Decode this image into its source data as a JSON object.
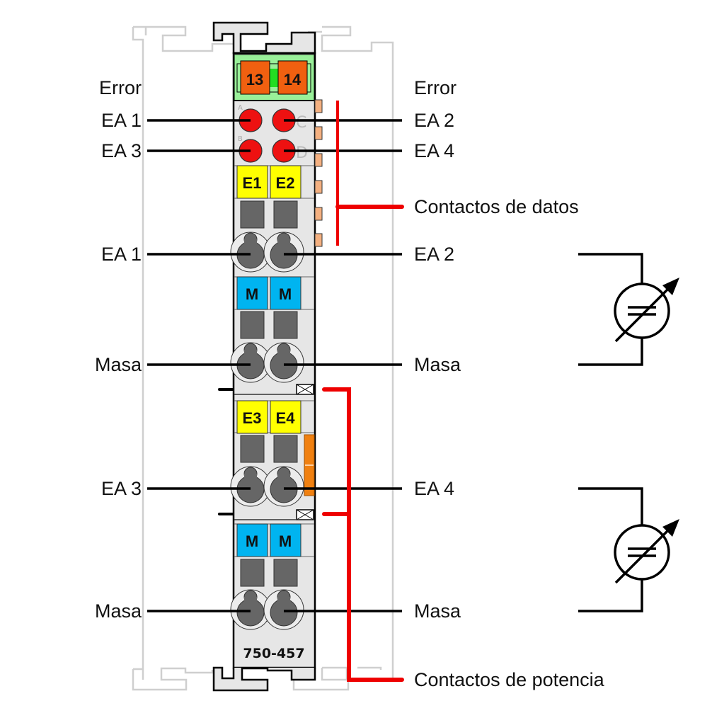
{
  "module": {
    "part_number": "750-457",
    "power_jumper_labels": [
      "13",
      "14"
    ],
    "leds": [
      {
        "letter": "A",
        "side_letter": ""
      },
      {
        "letter": "",
        "side_letter": "C"
      },
      {
        "letter": "B",
        "side_letter": ""
      },
      {
        "letter": "",
        "side_letter": "D"
      }
    ],
    "key_labels": {
      "e1": "E1",
      "e2": "E2",
      "e3": "E3",
      "e4": "E4",
      "m1": "M",
      "m2": "M",
      "m3": "M",
      "m4": "M"
    }
  },
  "labels": {
    "left": {
      "error": "Error",
      "ea1_led": "EA 1",
      "ea3_led": "EA 3",
      "ea1_term": "EA 1",
      "masa1": "Masa",
      "ea3_term": "EA 3",
      "masa2": "Masa"
    },
    "right": {
      "error": "Error",
      "ea2_led": "EA 2",
      "ea4_led": "EA 4",
      "data_contacts": "Contactos de datos",
      "ea2_term": "EA 2",
      "masa1": "Masa",
      "ea4_term": "EA 4",
      "masa2": "Masa",
      "power_contacts": "Contactos de potencia"
    }
  },
  "symbols": [
    {
      "name": "variable-current-source",
      "channel": "EA 2"
    },
    {
      "name": "variable-current-source",
      "channel": "EA 4"
    }
  ],
  "colors": {
    "led": "#ee1111",
    "key_yellow": "#ffff00",
    "key_blue": "#00b4f0",
    "jumper_orange": "#f06010",
    "jumper_green_bg": "#99f099",
    "bracket_red": "#ee0000",
    "body_gray": "#e6e6e6",
    "terminal_dark": "#666666",
    "data_contact": "#f4b080"
  }
}
